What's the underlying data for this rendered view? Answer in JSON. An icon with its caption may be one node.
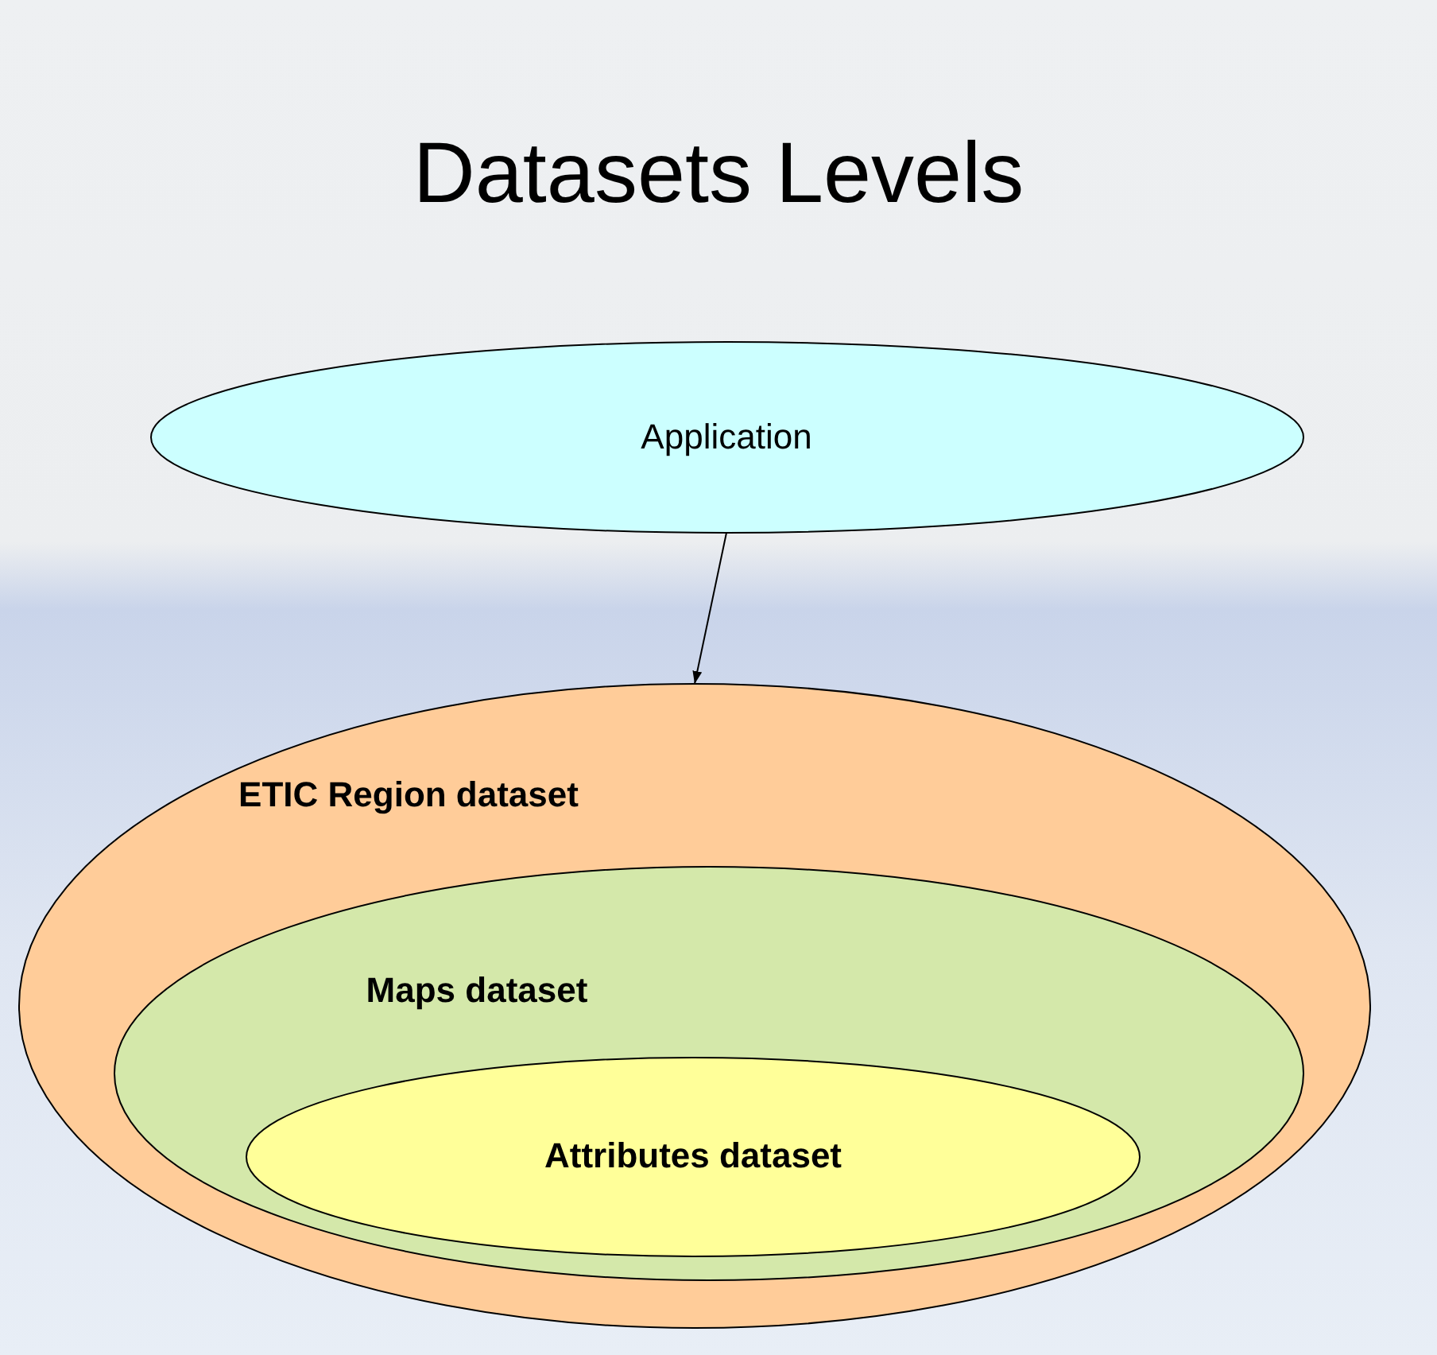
{
  "diagram": {
    "title": "Datasets Levels",
    "nodes": [
      {
        "text": [
          "Application"
        ]
      },
      {
        "text": [
          "ETIC  Region dataset"
        ]
      },
      {
        "text": [
          "Maps dataset"
        ],
        "in": 1
      },
      {
        "text": [
          "Attributes dataset"
        ],
        "in": 2
      }
    ],
    "edges": [
      {
        "from": 0,
        "to": 1,
        "arrow": "to"
      }
    ]
  }
}
